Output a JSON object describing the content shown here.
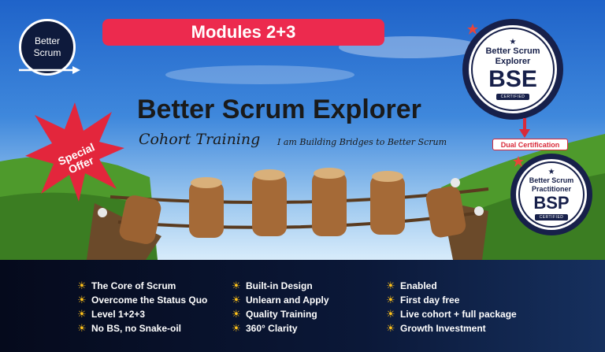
{
  "logo": {
    "line1": "Better",
    "line2": "Scrum"
  },
  "modules_label": "Modules 2+3",
  "title": "Better Scrum Explorer",
  "subtitle": "Cohort Training",
  "tagline": "I am Building Bridges to Better Scrum",
  "special_offer": {
    "line1": "Special",
    "line2": "Offer"
  },
  "badge_bse": {
    "name_line1": "Better Scrum",
    "name_line2": "Explorer",
    "abbr": "BSE",
    "ribbon": "CERTIFIED"
  },
  "badge_bsp": {
    "name_line1": "Better Scrum",
    "name_line2": "Practitioner",
    "abbr": "BSP",
    "ribbon": "CERTIFIED"
  },
  "dual_certification": "Dual Certification",
  "features": {
    "col1": [
      "The Core of Scrum",
      "Overcome the Status Quo",
      "Level 1+2+3",
      "No BS, no Snake-oil"
    ],
    "col2": [
      "Built-in Design",
      "Unlearn and Apply",
      "Quality Training",
      "360° Clarity"
    ],
    "col3": [
      "Enabled",
      "First day free",
      "Live cohort + full package",
      "Growth Investment"
    ]
  },
  "colors": {
    "accent_red": "#ec2a4e",
    "navy": "#17204a",
    "bullet_yellow": "#ffc21a"
  },
  "icons": {
    "bullet": "sun-icon",
    "logo_arrow": "arrow-right-icon",
    "link_arrow": "arrow-down-icon"
  }
}
